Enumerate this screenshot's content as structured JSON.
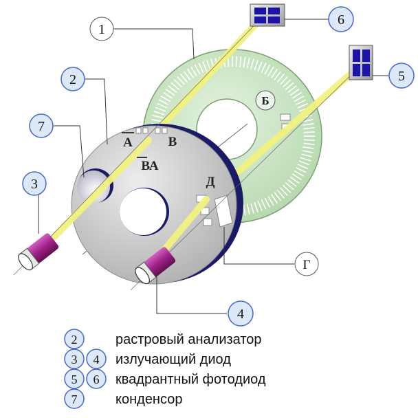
{
  "callouts": {
    "c1": "1",
    "c2": "2",
    "c3": "3",
    "c4": "4",
    "c5": "5",
    "c6": "6",
    "c7": "7",
    "g": "Г"
  },
  "disk_labels": {
    "b": "Б",
    "a_bar": "А",
    "v": "В",
    "va": "ВА",
    "d": "Д"
  },
  "legend": {
    "row1": {
      "num": "2",
      "text": "растровый анализатор"
    },
    "row2": {
      "num_a": "3",
      "num_b": "4",
      "text": "излучающий диод"
    },
    "row3": {
      "num_a": "5",
      "num_b": "6",
      "text": "квадрантный фотодиод"
    },
    "row4": {
      "num": "7",
      "text": "конденсор"
    }
  },
  "colors": {
    "analyzer_disk": "#cfcfcf",
    "raster_disk": "#c8e6c0",
    "disk_edge": "#1a1a66",
    "light_beam": "#f2f280",
    "emitter_body": "#a0208a",
    "photodiode_cell": "#1c14a8",
    "callout_fill": "#dde8f8",
    "callout_stroke": "#4466cc"
  }
}
